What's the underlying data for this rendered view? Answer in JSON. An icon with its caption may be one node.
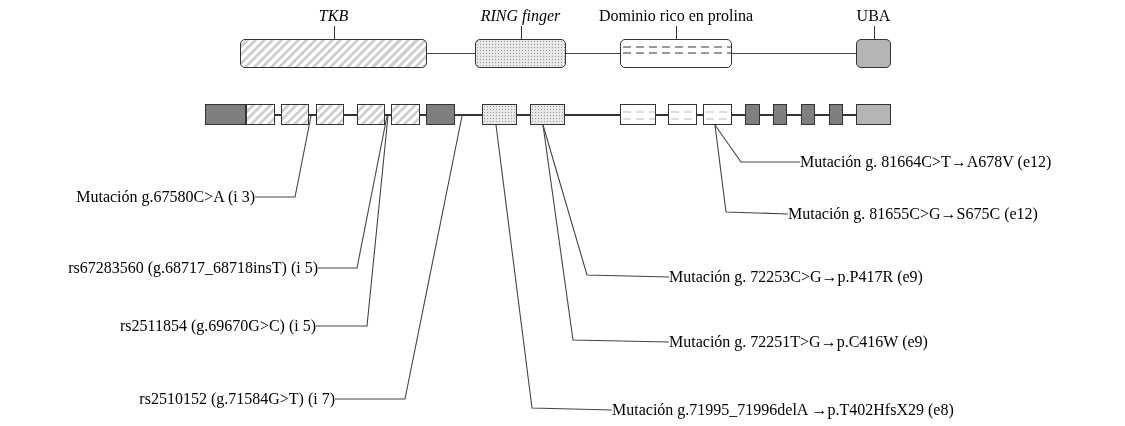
{
  "diagram": {
    "nodes": [
      {
        "text": [
          "TKB"
        ]
      },
      {
        "text": [
          "RING finger"
        ]
      },
      {
        "text": [
          "Dominio rico en prolina"
        ]
      },
      {
        "text": [
          "UBA"
        ]
      },
      {
        "text": [],
        "shape": "box"
      },
      {
        "text": [],
        "shape": "box"
      },
      {
        "text": [],
        "shape": "bar"
      },
      {
        "text": [],
        "shape": "box"
      },
      {
        "text": [],
        "shape": "bar"
      },
      {
        "text": [],
        "shape": "box"
      },
      {
        "text": [],
        "shape": "bar"
      },
      {
        "text": [],
        "shape": "box"
      },
      {
        "text": [],
        "shape": "bar"
      },
      {
        "text": [],
        "shape": "box"
      },
      {
        "text": [],
        "shape": "bar"
      },
      {
        "text": [],
        "shape": "box"
      },
      {
        "text": [],
        "shape": "bar"
      },
      {
        "text": [],
        "shape": "box"
      },
      {
        "text": [],
        "shape": "bar"
      },
      {
        "text": [],
        "shape": "box"
      },
      {
        "text": [],
        "shape": "bar"
      },
      {
        "text": [],
        "shape": "box"
      },
      {
        "text": [],
        "shape": "bar"
      },
      {
        "text": [],
        "shape": "box"
      },
      {
        "text": [],
        "shape": "bar"
      },
      {
        "text": [],
        "shape": "box"
      },
      {
        "text": [],
        "shape": "bar"
      },
      {
        "text": [],
        "shape": "box"
      },
      {
        "text": [],
        "shape": "bar"
      },
      {
        "text": [],
        "shape": "box"
      },
      {
        "text": [],
        "shape": "bar"
      },
      {
        "text": [],
        "shape": "box"
      },
      {
        "text": [],
        "shape": "bar"
      },
      {
        "text": [],
        "shape": "box"
      },
      {
        "text": [],
        "shape": "bar"
      },
      {
        "text": [],
        "shape": "box"
      },
      {
        "text": [
          "Mutación g. 81664C>T→A678V (e12)"
        ]
      },
      {
        "text": [
          "Mutación g.67580C>A (i 3)"
        ]
      },
      {
        "text": [
          "Mutación g. 81655C>G→S675C (e12)"
        ]
      },
      {
        "text": [
          "rs67283560 (g.68717_68718insT) (i 5)"
        ]
      },
      {
        "text": [
          "Mutación g. 72253C>G→p.P417R (e9)"
        ]
      },
      {
        "text": [
          "rs2511854 (g.69670G>C) (i 5)"
        ]
      },
      {
        "text": [
          "Mutación g. 72251T>G→p.C416W (e9)"
        ]
      },
      {
        "text": [
          "rs2510152 (g.71584G>T) (i 7)"
        ]
      },
      {
        "text": [
          "Mutación g.71995_71996delA →p.T402HfsX29 (e8)"
        ]
      }
    ],
    "edges": [
      {
        "from": 0,
        "to": 1,
        "arrow": "none"
      },
      {
        "from": 1,
        "to": 2,
        "arrow": "none"
      },
      {
        "from": 2,
        "to": 3,
        "arrow": "none"
      },
      {
        "from": 36,
        "to": 25,
        "arrow": "none"
      },
      {
        "from": 37,
        "to": 8,
        "arrow": "none"
      },
      {
        "from": 38,
        "to": 25,
        "arrow": "none"
      },
      {
        "from": 39,
        "to": 12,
        "arrow": "none"
      },
      {
        "from": 40,
        "to": 19,
        "arrow": "none"
      },
      {
        "from": 41,
        "to": 12,
        "arrow": "none"
      },
      {
        "from": 42,
        "to": 19,
        "arrow": "none"
      },
      {
        "from": 43,
        "to": 16,
        "arrow": "none"
      },
      {
        "from": 44,
        "to": 17,
        "arrow": "none"
      }
    ]
  }
}
